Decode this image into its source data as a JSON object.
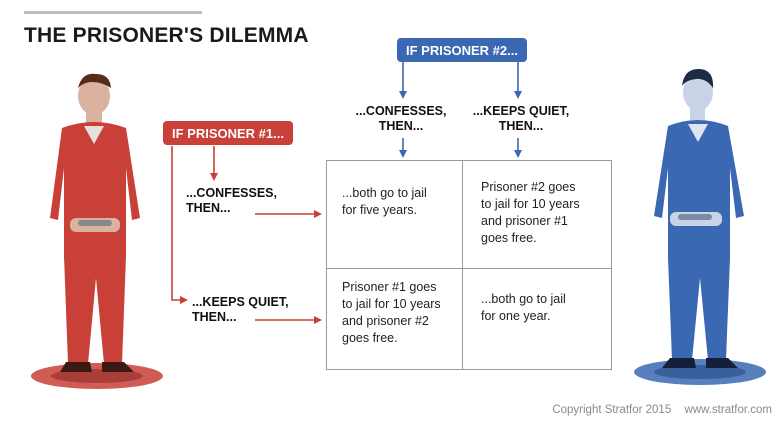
{
  "title": "THE PRISONER'S DILEMMA",
  "prisoner2_tag": "IF PRISONER #2...",
  "prisoner1_tag": "IF PRISONER #1...",
  "columns": [
    "...CONFESSES,\nTHEN...",
    "...KEEPS QUIET,\nTHEN..."
  ],
  "rows": [
    "...CONFESSES,\nTHEN...",
    "...KEEPS QUIET,\nTHEN..."
  ],
  "cells": [
    [
      "...both go to jail\nfor five years.",
      "Prisoner #2 goes\nto jail for 10 years\nand prisoner #1\ngoes free."
    ],
    [
      "Prisoner #1 goes\nto jail for 10 years\nand prisoner #2\ngoes free.",
      "...both go to jail\nfor one year."
    ]
  ],
  "footer": {
    "copyright": "Copyright Stratfor 2015",
    "website": "www.stratfor.com"
  },
  "colors": {
    "red": "#c94038",
    "blue": "#3a68b3",
    "grid": "#9a9a9a"
  }
}
